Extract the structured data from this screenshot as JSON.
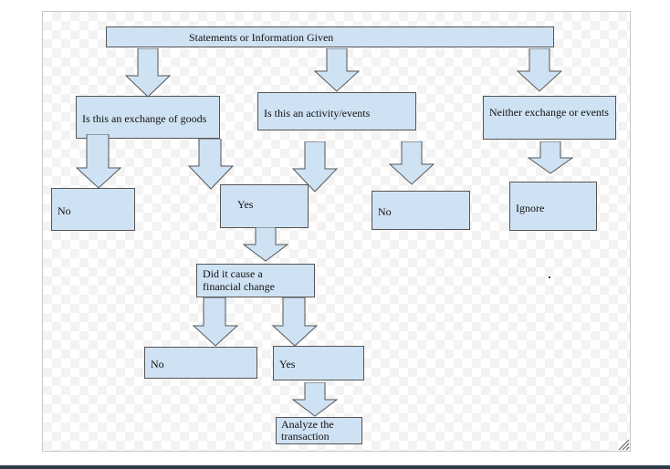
{
  "colors": {
    "box_fill": "#cfe2f3",
    "border": "#555555"
  },
  "flowchart": {
    "top": "Statements or Information Given",
    "q_exchange": "Is this an exchange of goods",
    "q_activity": "Is  this an activity/events",
    "q_neither": "Neither exchange or events",
    "no_exchange": "No",
    "yes_exchange": "Yes",
    "no_activity": "No",
    "ignore": "Ignore",
    "q_financial": "Did it cause a financial change",
    "no_financial": "No",
    "yes_financial": "Yes",
    "analyze": "Analyze the transaction"
  }
}
